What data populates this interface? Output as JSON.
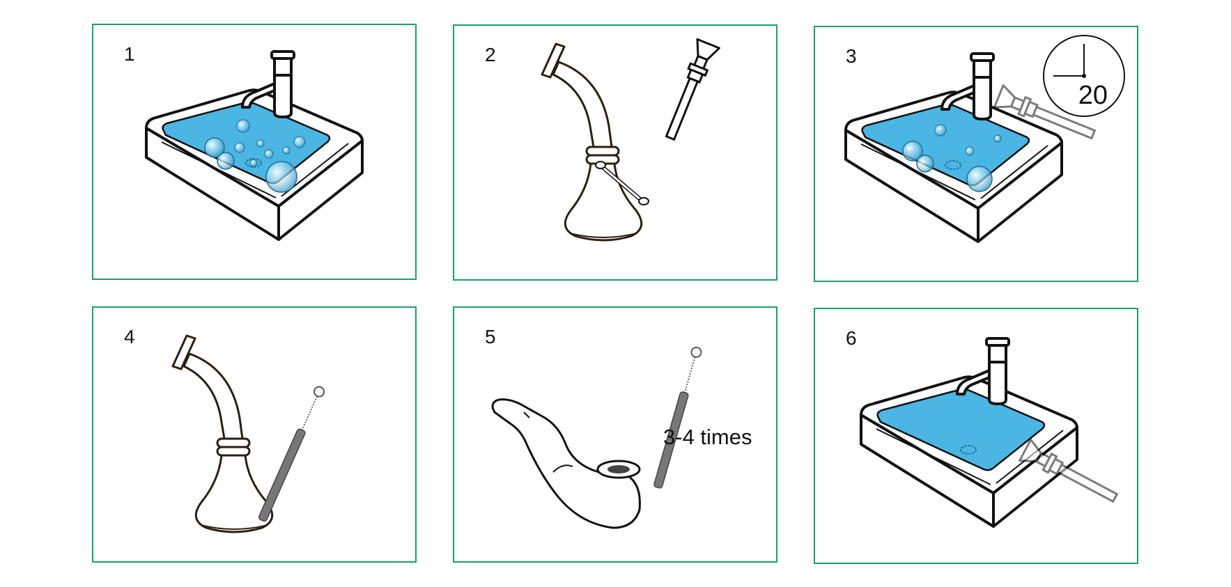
{
  "steps": [
    {
      "number": "1"
    },
    {
      "number": "2"
    },
    {
      "number": "3",
      "timer": "20"
    },
    {
      "number": "4"
    },
    {
      "number": "5",
      "note": "3-4 times"
    },
    {
      "number": "6"
    }
  ],
  "colors": {
    "frame": "#1aa06a",
    "water": "#4bb5e3",
    "outline": "#111111",
    "brush": "#777777"
  }
}
